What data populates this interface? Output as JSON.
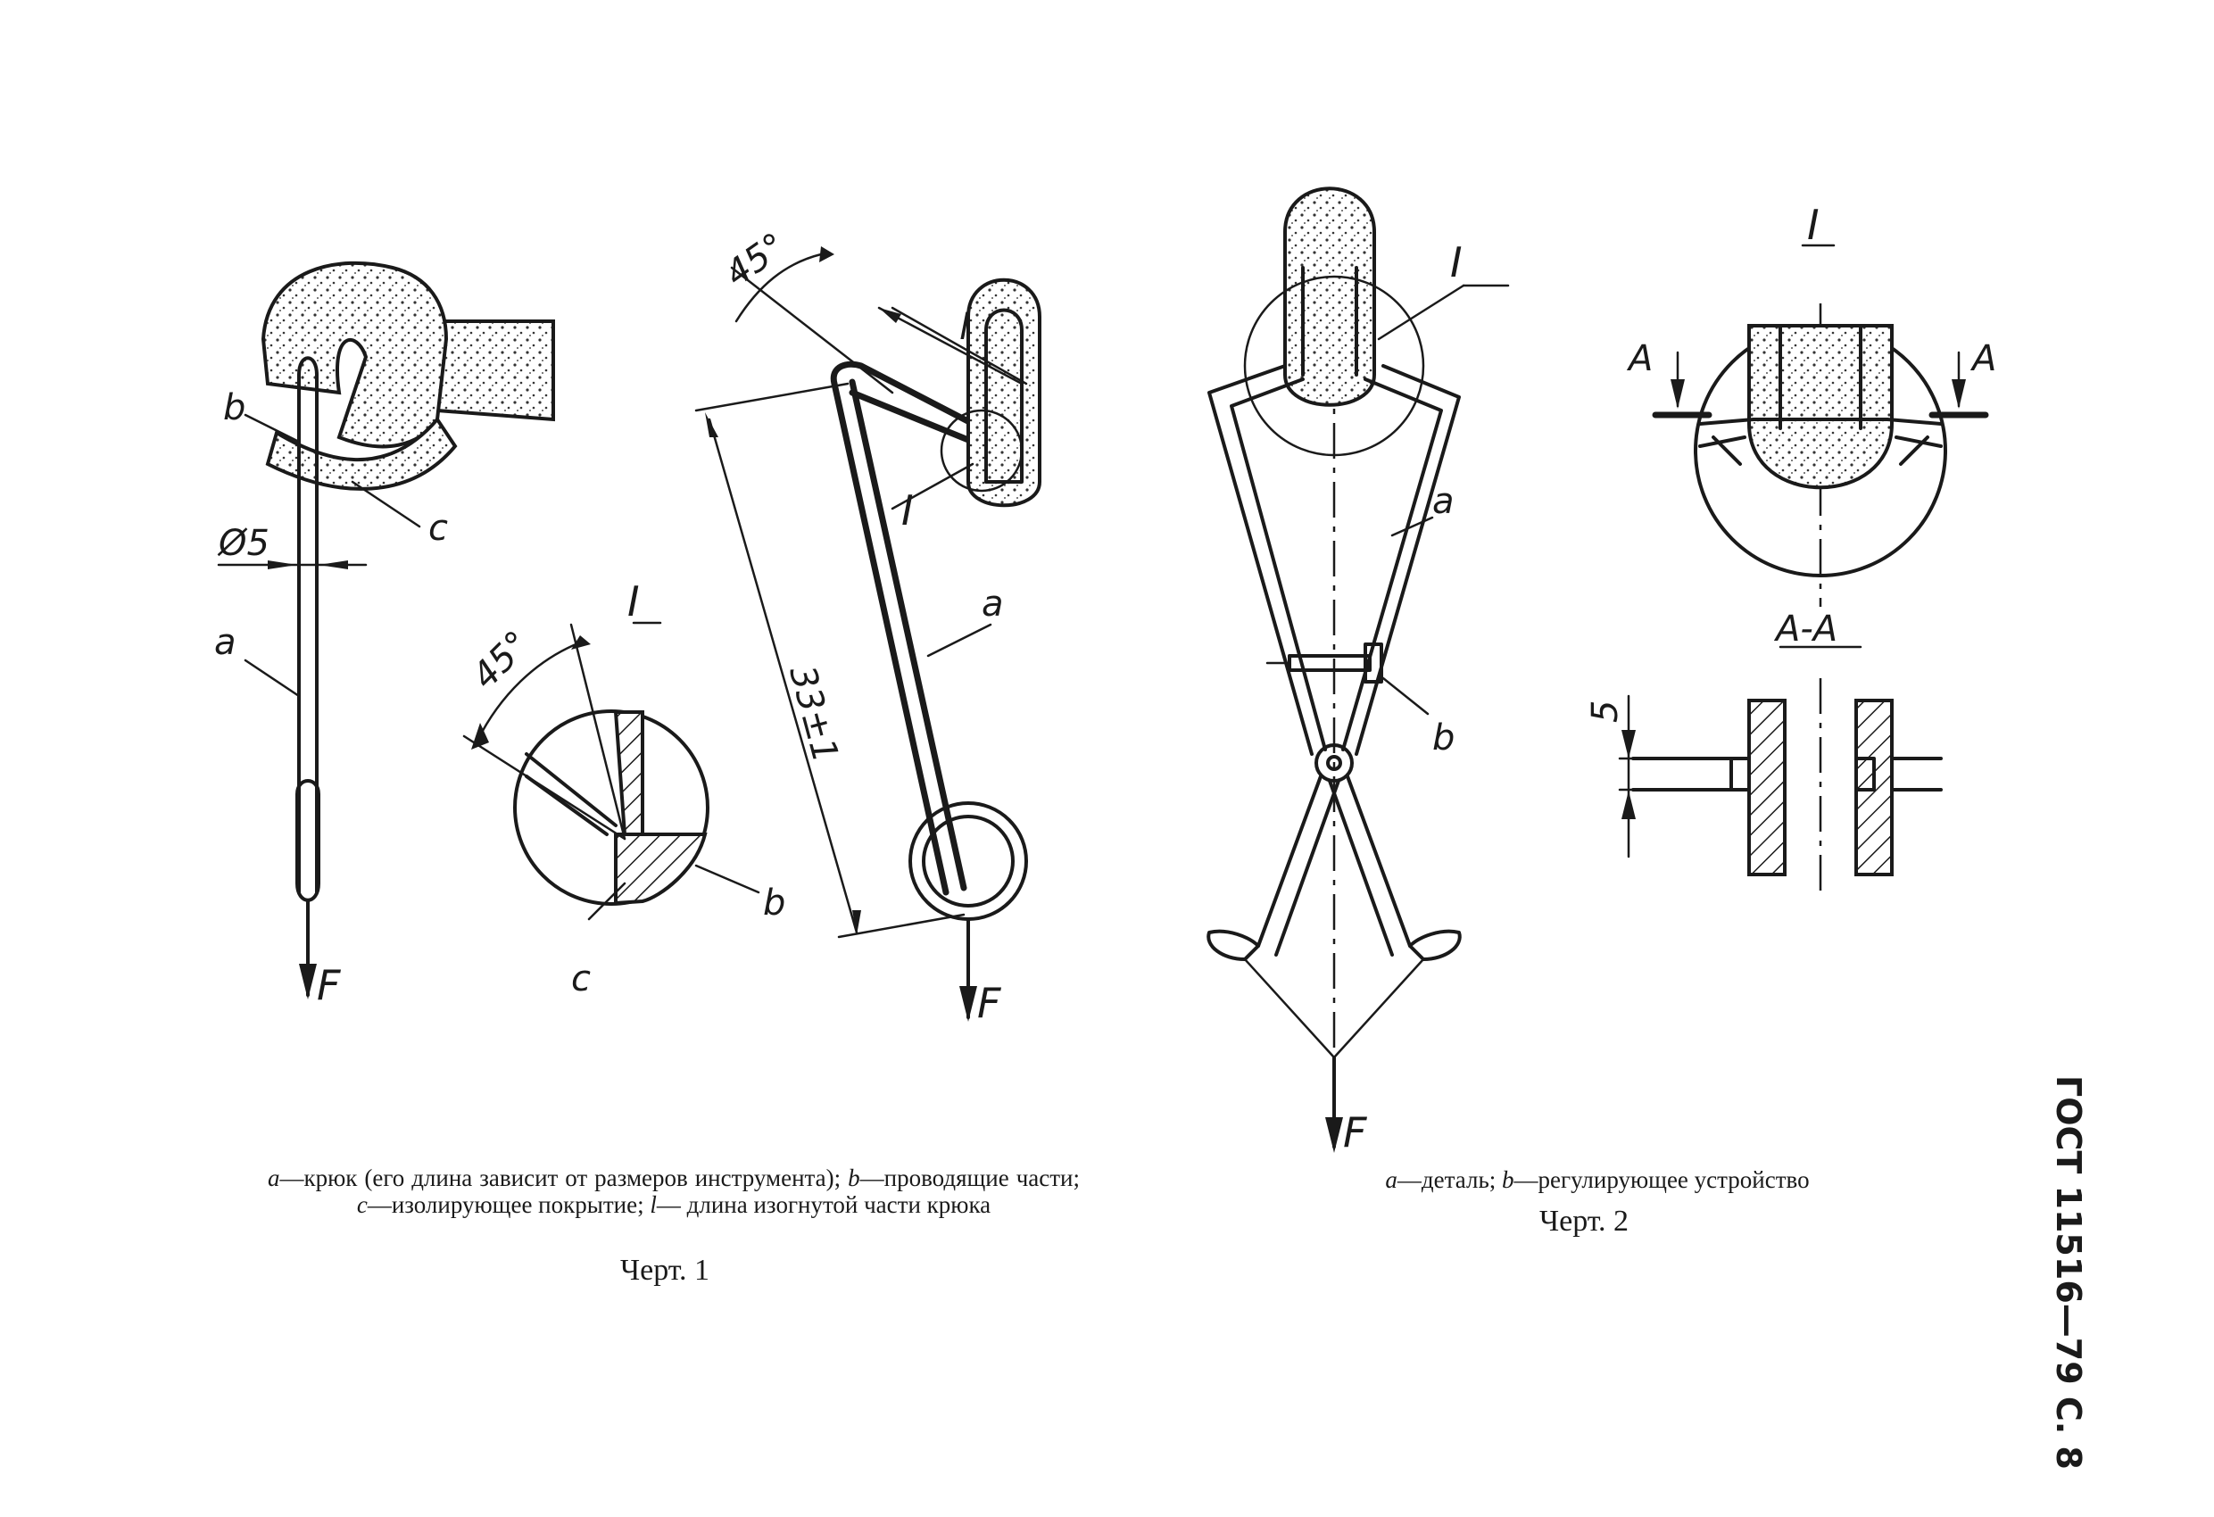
{
  "figure1": {
    "labels": {
      "b": "b",
      "c": "c",
      "diameter": "Ø5",
      "a": "a",
      "force": "F",
      "detail": "I",
      "angle": "45°",
      "b2": "b",
      "c2": "c",
      "angle2": "45°",
      "l": "l",
      "detail_mark": "I",
      "dimension": "33±1",
      "a2": "a",
      "force2": "F"
    },
    "caption": {
      "a_key": "a",
      "a_text": "—крюк (его длина зависит от размеров инструмента);",
      "b_key": "b",
      "b_text": "—проводящие части;",
      "c_key": "c",
      "c_text": "—изолирующее покрытие;",
      "l_key": "l",
      "l_text": "— длина изогнутой части крюка"
    },
    "title": "Черт. 1"
  },
  "figure2": {
    "labels": {
      "detail": "I",
      "a": "a",
      "b": "b",
      "force": "F",
      "detail_view": "I",
      "section_mark_left": "A",
      "section_mark_right": "A",
      "section_title": "A-A",
      "dimension": "5"
    },
    "caption": {
      "a_key": "a",
      "a_text": "—деталь;",
      "b_key": "b",
      "b_text": "—регулирующее устройство"
    },
    "title": "Черт. 2"
  },
  "page_code": "ГОСТ 11516—79 С. 8"
}
